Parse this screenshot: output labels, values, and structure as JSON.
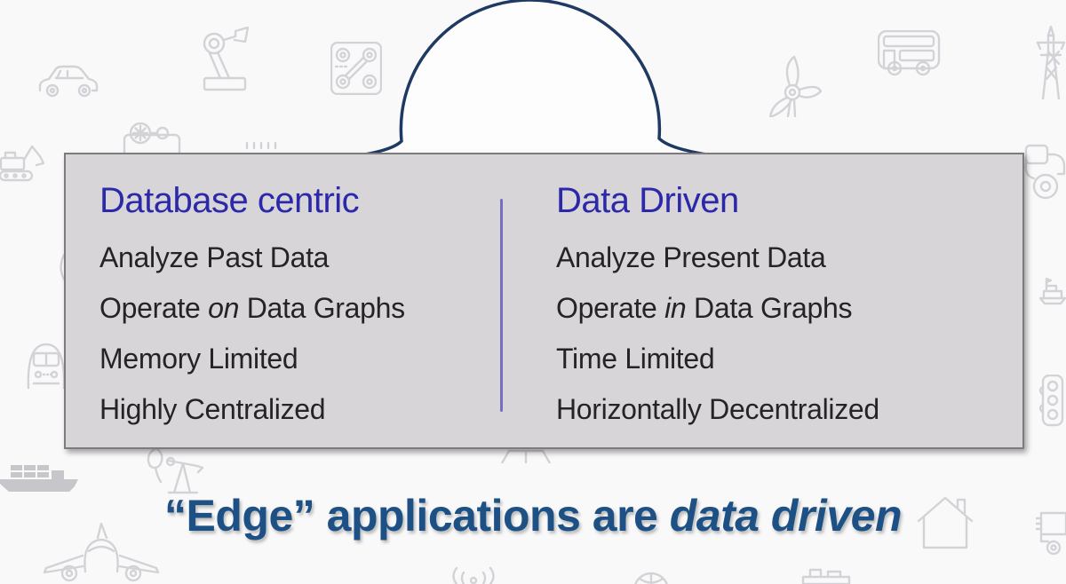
{
  "theme": {
    "bg": "#faf9fa",
    "panel": "#d8d5d8",
    "panel-border": "#7d7b7d",
    "accent": "#2b28a9",
    "body-text": "#242424",
    "divider": "#7470bd",
    "cloud": "#1e3a63",
    "headline": "#1d5185",
    "icon": "#d3d3d7",
    "icon-solid": "#c7c7cb"
  },
  "panel": {
    "left": {
      "title": "Database centric",
      "items": [
        {
          "pre": "Analyze Past Data",
          "italic": "",
          "post": ""
        },
        {
          "pre": "Operate ",
          "italic": "on",
          "post": " Data Graphs"
        },
        {
          "pre": "Memory Limited",
          "italic": "",
          "post": ""
        },
        {
          "pre": "Highly Centralized",
          "italic": "",
          "post": ""
        }
      ]
    },
    "right": {
      "title": "Data Driven",
      "items": [
        {
          "pre": "Analyze Present Data",
          "italic": "",
          "post": ""
        },
        {
          "pre": "Operate ",
          "italic": "in",
          "post": " Data Graphs"
        },
        {
          "pre": "Time Limited",
          "italic": "",
          "post": ""
        },
        {
          "pre": "Horizontally Decentralized",
          "italic": "",
          "post": ""
        }
      ]
    }
  },
  "headline": {
    "normal": "“Edge” applications are ",
    "italic": "data driven"
  },
  "icons": [
    "cloud-icon",
    "car-icon",
    "robot-arm-icon",
    "circuit-board-icon",
    "engine-icon",
    "excavator-icon",
    "wind-turbine-icon",
    "bus-icon",
    "power-pylon-icon",
    "tractor-icon",
    "train-icon",
    "ferry-icon",
    "traffic-light-icon",
    "cargo-ship-icon",
    "oil-pump-icon",
    "airplane-icon",
    "wifi-icon",
    "house-icon",
    "delivery-truck-icon",
    "scale-partial-icon",
    "globe-partial-icon",
    "cart-partial-icon",
    "ticks-partial-icon",
    "arc-partial-icon"
  ]
}
